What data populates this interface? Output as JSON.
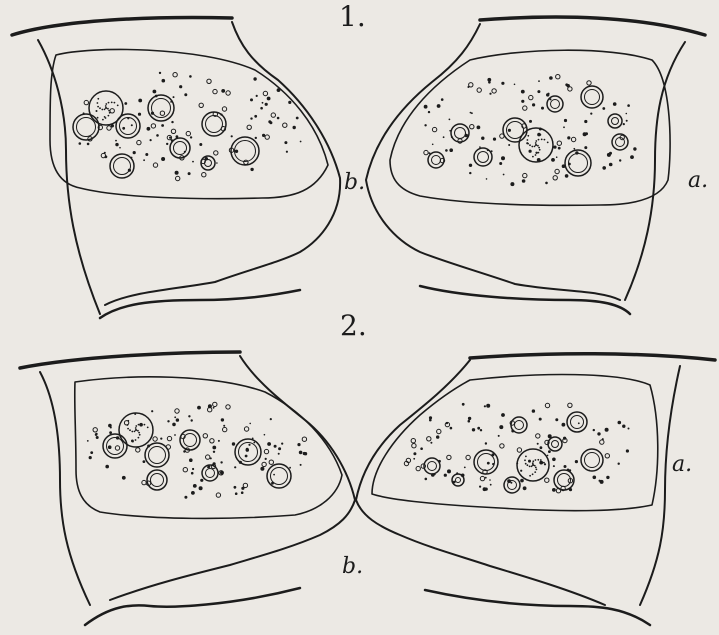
{
  "figure": {
    "panels": [
      {
        "number": "1.",
        "label_a": "a.",
        "label_b": "b."
      },
      {
        "number": "2.",
        "label_a": "a.",
        "label_b": "b."
      }
    ],
    "ink_color": "#1c1c1c",
    "paper_color": "#ece9e4"
  }
}
